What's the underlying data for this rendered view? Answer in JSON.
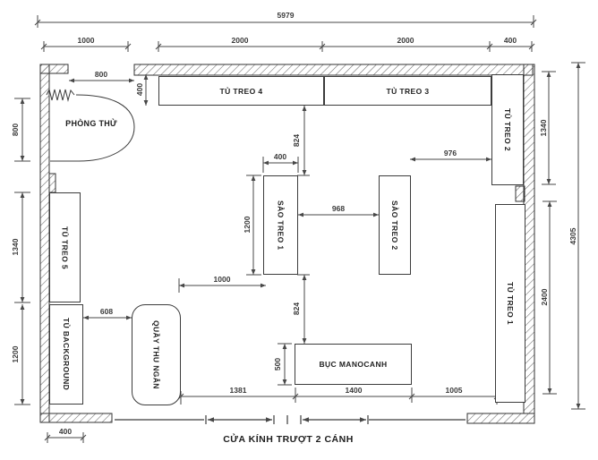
{
  "drawing": {
    "type": "floor-plan",
    "door_label": "CỬA KÍNH TRƯỢT 2 CÁNH"
  },
  "furniture": {
    "tu_treo_4": "TỦ TREO 4",
    "tu_treo_3": "TỦ TREO 3",
    "tu_treo_2": "TỦ TREO 2",
    "tu_treo_1": "TỦ TREO 1",
    "tu_treo_5": "TỦ TREO 5",
    "tu_background": "TỦ BACKGROUND",
    "sao_treo_1": "SÀO TREO 1",
    "sao_treo_2": "SÀO TREO 2",
    "quay_thu_ngan": "QUẦY THU NGÂN",
    "buc_manocanh": "BỤC MANOCANH",
    "phong_thu": "PHÒNG THỬ"
  },
  "dims": {
    "top_total": "5979",
    "top_1000": "1000",
    "top_2000_l": "2000",
    "top_2000_r": "2000",
    "top_400": "400",
    "opening_800": "800",
    "depth_400": "400",
    "left_800": "800",
    "left_1340": "1340",
    "left_1200": "1200",
    "right_1340": "1340",
    "right_2400": "2400",
    "right_4305": "4305",
    "mid_824_upper": "824",
    "rail_400": "400",
    "rail_1200": "1200",
    "rail_968": "968",
    "rail_976": "976",
    "mid_1000": "1000",
    "mid_824_lower": "824",
    "podium_500": "500",
    "counter_608": "608",
    "bottom_1381": "1381",
    "bottom_1400": "1400",
    "bottom_1005": "1005",
    "corner_400": "400"
  },
  "colors": {
    "line": "#474747",
    "wall_hatch": "#6a6a6a",
    "background": "#ffffff",
    "text": "#222222"
  }
}
